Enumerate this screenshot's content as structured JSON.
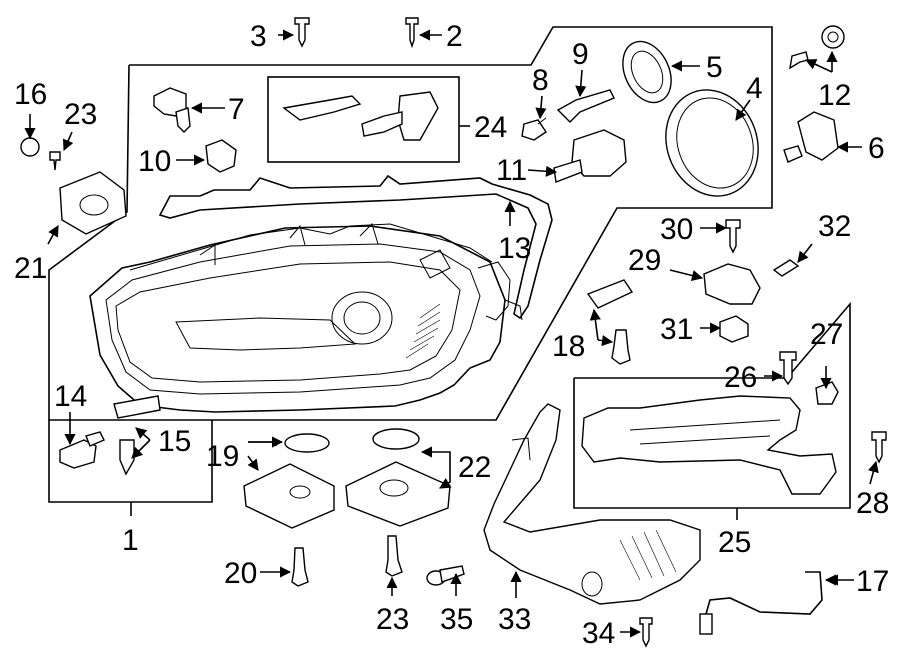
{
  "callouts": {
    "c1": "1",
    "c2": "2",
    "c3": "3",
    "c4": "4",
    "c5": "5",
    "c6": "6",
    "c7": "7",
    "c8": "8",
    "c9": "9",
    "c10": "10",
    "c11": "11",
    "c12": "12",
    "c13": "13",
    "c14": "14",
    "c15": "15",
    "c16": "16",
    "c17": "17",
    "c18": "18",
    "c19": "19",
    "c20": "20",
    "c21": "21",
    "c22": "22",
    "c23a": "23",
    "c23b": "23",
    "c24": "24",
    "c25": "25",
    "c26": "26",
    "c27": "27",
    "c28": "28",
    "c29": "29",
    "c30": "30",
    "c31": "31",
    "c32": "32",
    "c33": "33",
    "c34": "34",
    "c35": "35"
  },
  "colors": {
    "line": "#000000",
    "background": "#ffffff"
  }
}
